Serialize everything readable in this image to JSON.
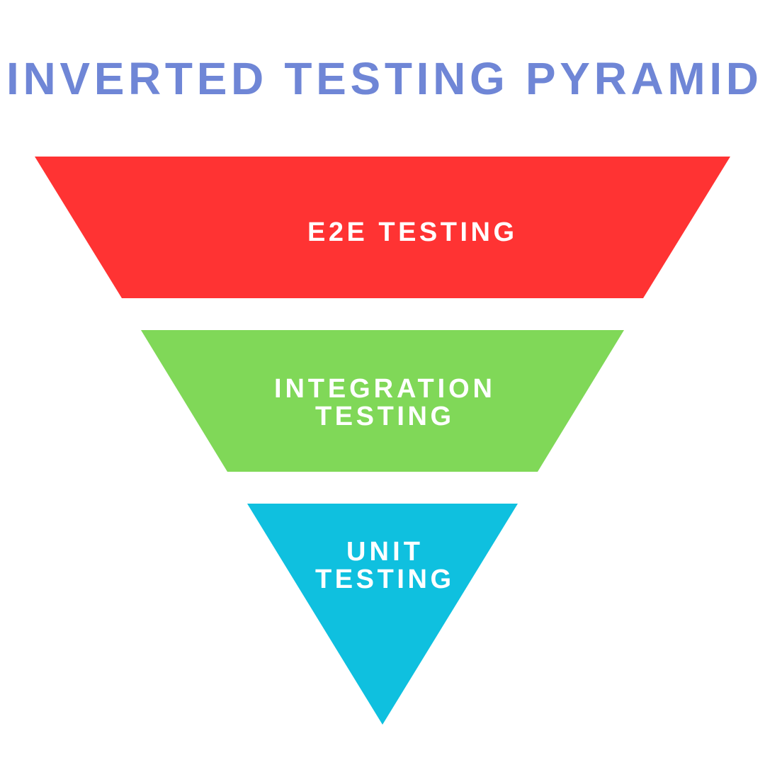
{
  "title": "INVERTED TESTING PYRAMID",
  "colors": {
    "title": "#6f86d6",
    "e2e": "#ff3333",
    "integration": "#80d858",
    "unit": "#0fc0df"
  },
  "layers": {
    "e2e": {
      "line1": "E2E TESTING"
    },
    "integration": {
      "line1": "INTEGRATION",
      "line2": "TESTING"
    },
    "unit": {
      "line1": "UNIT",
      "line2": "TESTING"
    }
  }
}
